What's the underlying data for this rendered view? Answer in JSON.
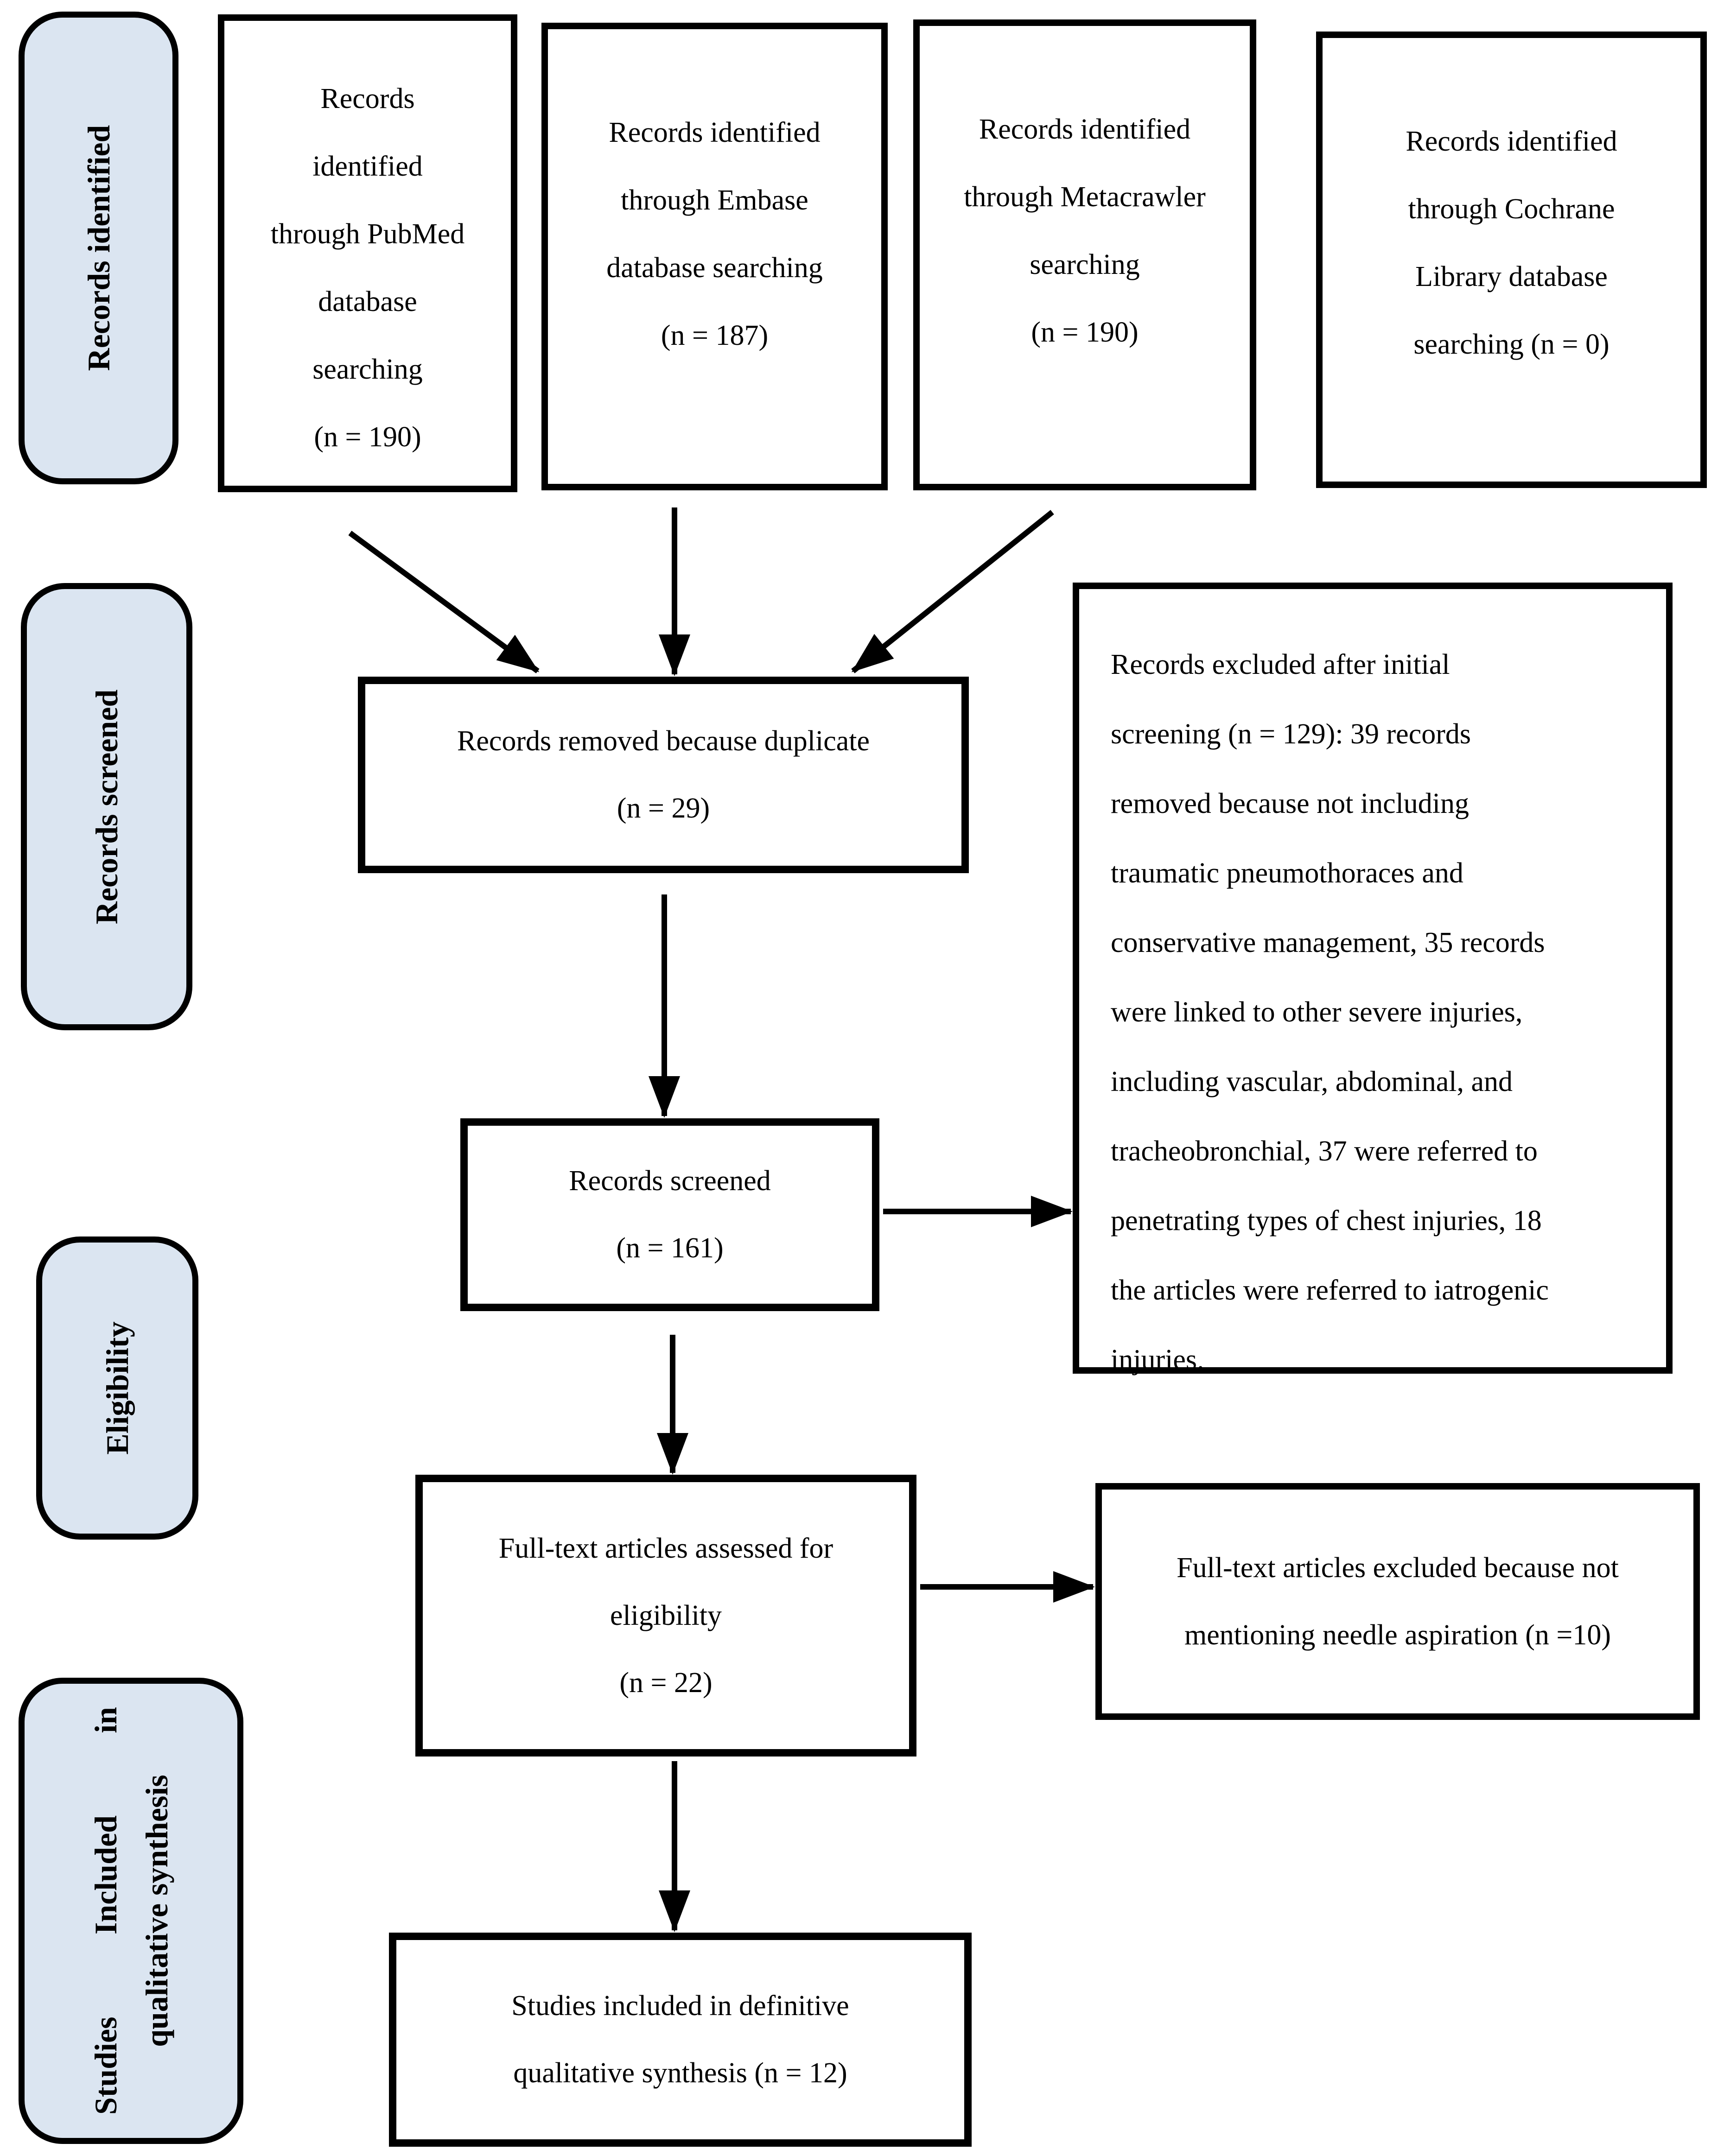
{
  "palette": {
    "background": "#ffffff",
    "sidebar_fill": "#dbe5f1",
    "line_color": "#000000"
  },
  "sidebar": {
    "identification_label": "Records identified",
    "screening_label": "Records screened",
    "eligibility_label": "Eligibility",
    "included": {
      "words": [
        "Studies",
        "Included",
        "in"
      ],
      "line2": "qualitative synthesis"
    }
  },
  "boxes": {
    "pubmed": {
      "lines": [
        "Records",
        "identified",
        "through PubMed",
        "database",
        "searching",
        "(n = 190)"
      ]
    },
    "embase": {
      "lines": [
        "Records identified",
        "through Embase",
        "database searching",
        "(n = 187)"
      ]
    },
    "metacrawler": {
      "lines": [
        "Records identified",
        "through Metacrawler",
        "searching",
        "(n = 190)"
      ]
    },
    "cochrane": {
      "lines": [
        "Records identified",
        "through Cochrane",
        "Library database",
        "searching (n = 0)"
      ]
    },
    "duplicates": {
      "lines": [
        "Records removed because duplicate",
        "(n = 29)"
      ]
    },
    "screened": {
      "lines": [
        "Records screened",
        "(n = 161)"
      ]
    },
    "records_excluded": {
      "lines": [
        "Records excluded after initial",
        "screening (n = 129): 39 records",
        "removed because not including",
        "traumatic pneumothoraces and",
        "conservative management, 35 records",
        "were linked to other severe injuries,",
        "including vascular, abdominal, and",
        "tracheobronchial, 37 were referred to",
        "penetrating types of chest injuries, 18",
        "the articles were referred to iatrogenic",
        "injuries."
      ]
    },
    "fulltext_assessed": {
      "lines": [
        "Full-text articles assessed for",
        "eligibility",
        "(n = 22)"
      ]
    },
    "fulltext_excluded": {
      "lines": [
        "Full-text articles excluded because not",
        "mentioning needle aspiration (n =10)"
      ]
    },
    "included_definitive": {
      "lines": [
        "Studies included in definitive",
        "qualitative synthesis (n = 12)"
      ]
    }
  }
}
